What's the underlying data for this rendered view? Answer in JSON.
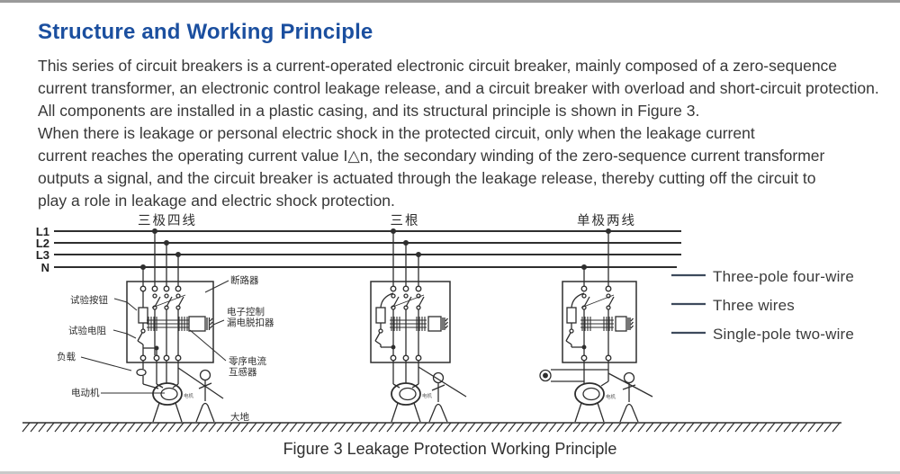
{
  "header": {
    "title": "Structure and Working Principle"
  },
  "body": {
    "p1_lines": [
      "This series of circuit breakers is a current-operated electronic circuit breaker, mainly composed of a zero-sequence",
      "current transformer, an electronic control leakage release, and a circuit breaker with overload and short-circuit protection.",
      "All components are installed in a plastic casing, and its structural principle is shown in Figure 3."
    ],
    "p2_lines": [
      "When there is leakage or personal electric shock in the protected circuit, only when the leakage current",
      "current reaches the operating current value I△n, the secondary winding of the zero-sequence current transformer",
      "outputs a signal, and the circuit breaker is actuated through the leakage release, thereby cutting off the circuit to",
      "play a role in leakage and electric shock protection."
    ]
  },
  "figure": {
    "bus_labels": [
      "L1",
      "L2",
      "L3",
      "N"
    ],
    "circuits": [
      {
        "title": "三极四线"
      },
      {
        "title": "三根"
      },
      {
        "title": "单极两线"
      }
    ],
    "labels": {
      "test_button": "试验按钮",
      "test_resistor": "试验电阻",
      "load": "负载",
      "motor": "电动机",
      "breaker": "断路器",
      "release_line1": "电子控制",
      "release_line2": "漏电脱扣器",
      "ct_line1": "零序电流",
      "ct_line2": "互感器",
      "earth": "大地",
      "motor_tag": "电机"
    },
    "legend": {
      "items": [
        {
          "label": "Three-pole four-wire"
        },
        {
          "label": "Three wires"
        },
        {
          "label": "Single-pole two-wire"
        }
      ]
    },
    "caption": "Figure 3 Leakage Protection Working Principle"
  },
  "colors": {
    "heading": "#1b4f9f",
    "body_text": "#383838",
    "diagram_stroke": "#2e2e2e",
    "legend_line": "#3d4a5c"
  }
}
